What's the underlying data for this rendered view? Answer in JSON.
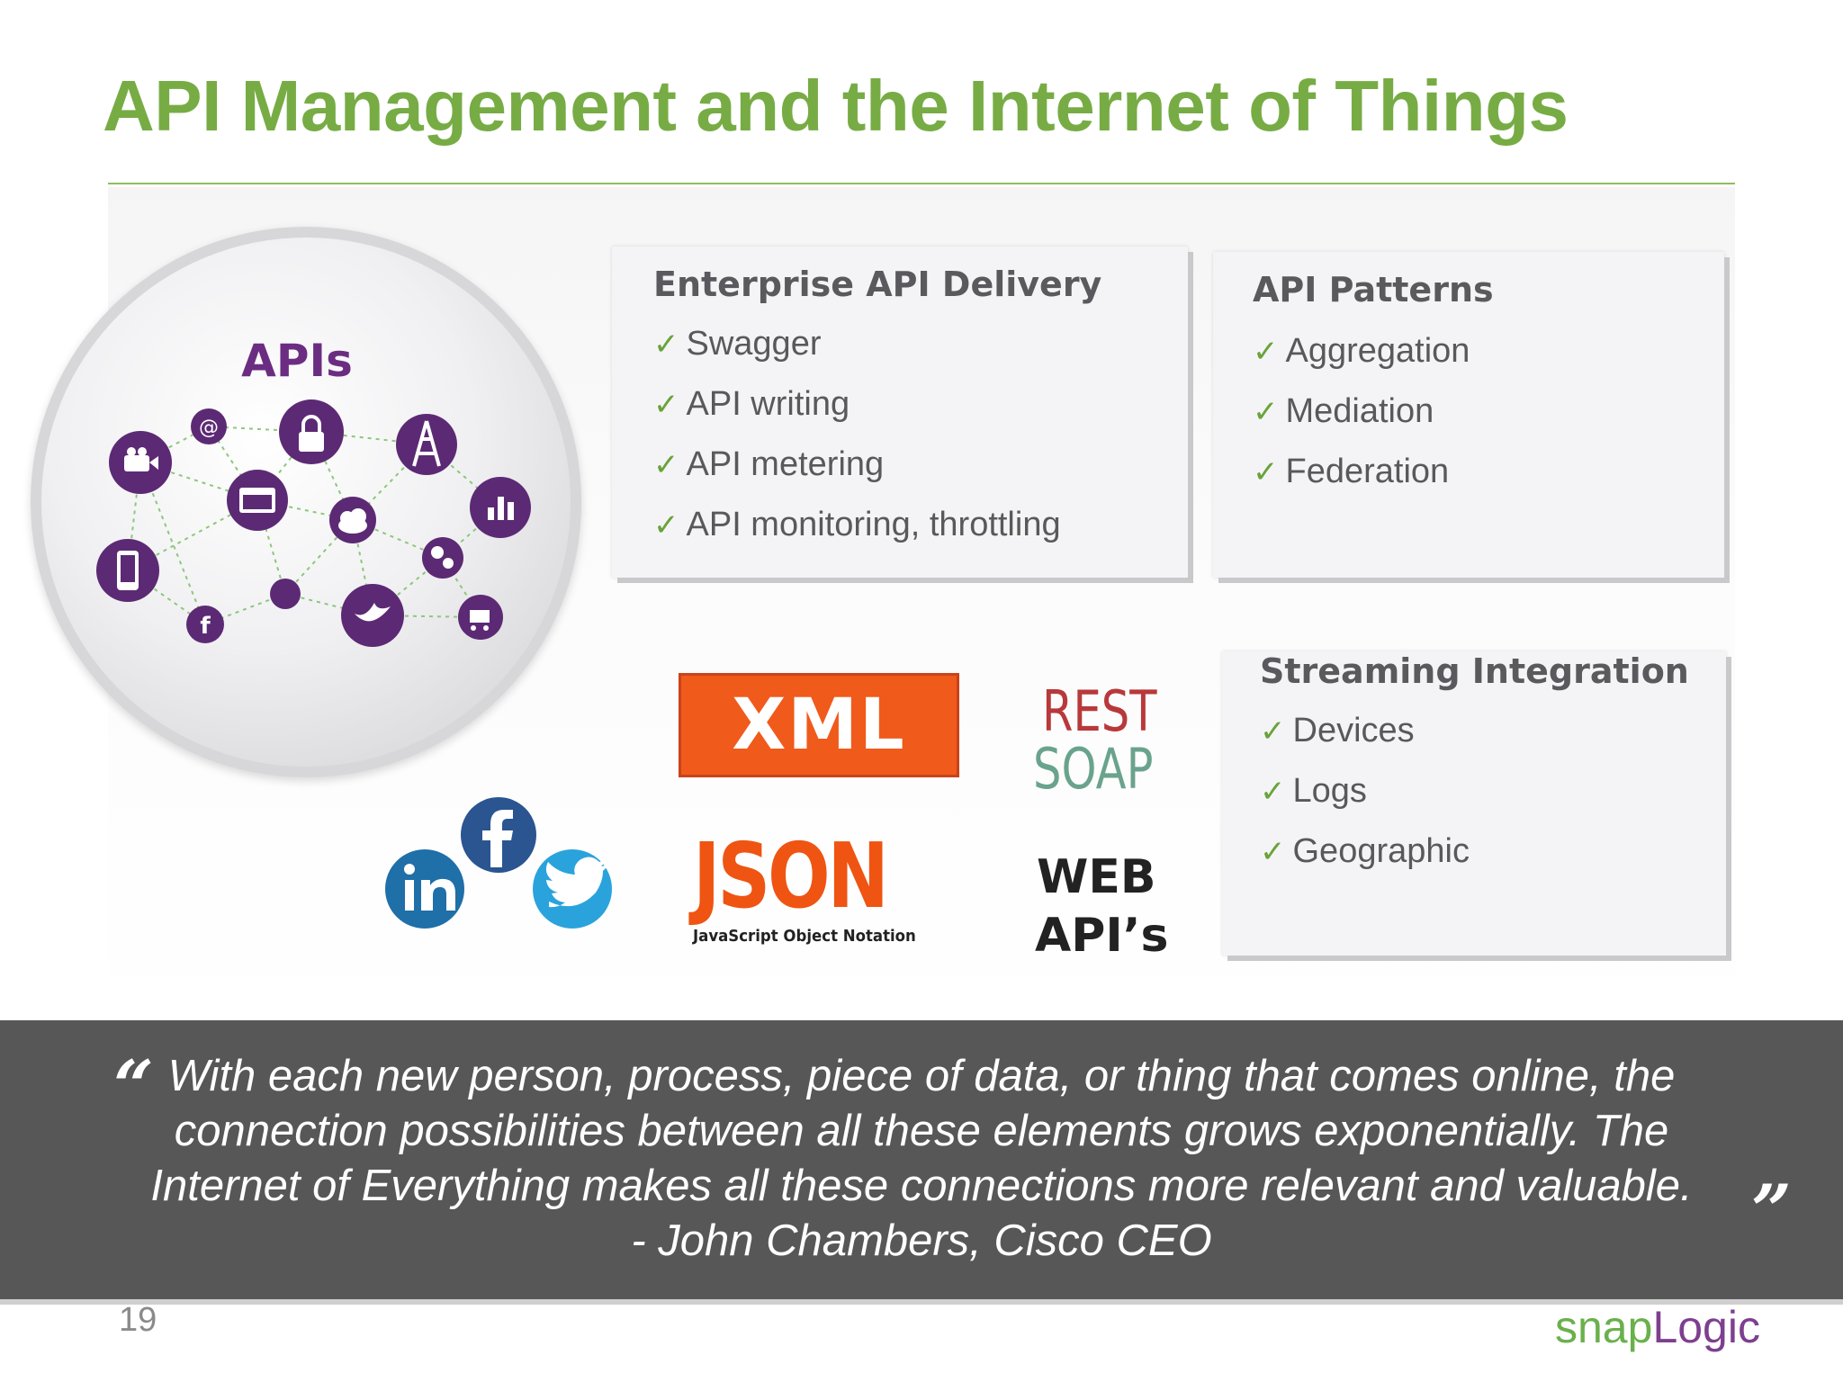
{
  "slide": {
    "title": "API Management and the Internet of Things",
    "page_number": "19"
  },
  "globe": {
    "label": "APIs",
    "icons": [
      "video-camera-icon",
      "at-sign-icon",
      "lock-icon",
      "radio-tower-icon",
      "bar-chart-icon",
      "smartphone-icon",
      "browser-window-icon",
      "cloud-icon",
      "gears-icon",
      "facebook-icon",
      "storage-pill-icon",
      "twitter-icon",
      "shopping-cart-icon"
    ],
    "colors": {
      "node": "#5c2a74",
      "links": "#8ec77b"
    }
  },
  "boxes": {
    "enterprise": {
      "heading": "Enterprise API Delivery",
      "items": [
        "Swagger",
        "API writing",
        "API metering",
        "API monitoring, throttling"
      ]
    },
    "patterns": {
      "heading": "API Patterns",
      "items": [
        "Aggregation",
        "Mediation",
        "Federation"
      ]
    },
    "streaming": {
      "heading": "Streaming Integration",
      "items": [
        "Devices",
        "Logs",
        "Geographic"
      ]
    }
  },
  "formats": {
    "xml": "XML",
    "json": "JSON",
    "json_sub": "JavaScript Object Notation",
    "rest": "REST",
    "soap": "SOAP",
    "web": "WEB",
    "apis": "API’s"
  },
  "social": [
    "linkedin-icon",
    "facebook-icon",
    "twitter-icon"
  ],
  "quote": {
    "open_mark": "“",
    "close_mark": "”",
    "lines": [
      "With each new person, process, piece of data, or thing that comes online, the",
      "connection possibilities between all these elements grows exponentially. The",
      "Internet of Everything makes all these connections more relevant and valuable.",
      "- John Chambers, Cisco CEO"
    ]
  },
  "logo": {
    "part1": "snap",
    "part2": "Logic"
  },
  "colors": {
    "title": "#77ac45",
    "check": "#6aa33a",
    "quote_band": "#575758",
    "xml": "#f05a1b",
    "json": "#ef5412"
  }
}
